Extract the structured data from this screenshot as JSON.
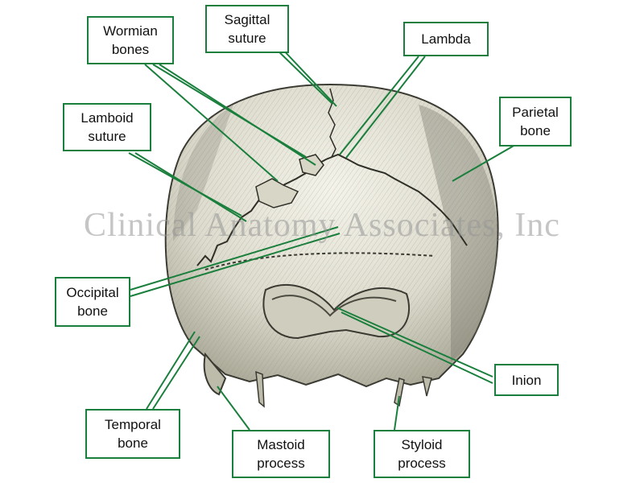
{
  "watermark": "Clinical Anatomy Associates, Inc",
  "colors": {
    "leader": "#1a7f3c",
    "bone": "#e8e6da",
    "shade": "#6e6e62"
  },
  "labels": {
    "wormian": "Wormian\nbones",
    "sagittal": "Sagittal\nsuture",
    "lambda": "Lambda",
    "lamboid": "Lamboid\nsuture",
    "parietal": "Parietal\nbone",
    "occipital": "Occipital\nbone",
    "inion": "Inion",
    "temporal": "Temporal\nbone",
    "mastoid": "Mastoid\nprocess",
    "styloid": "Styloid\nprocess"
  }
}
